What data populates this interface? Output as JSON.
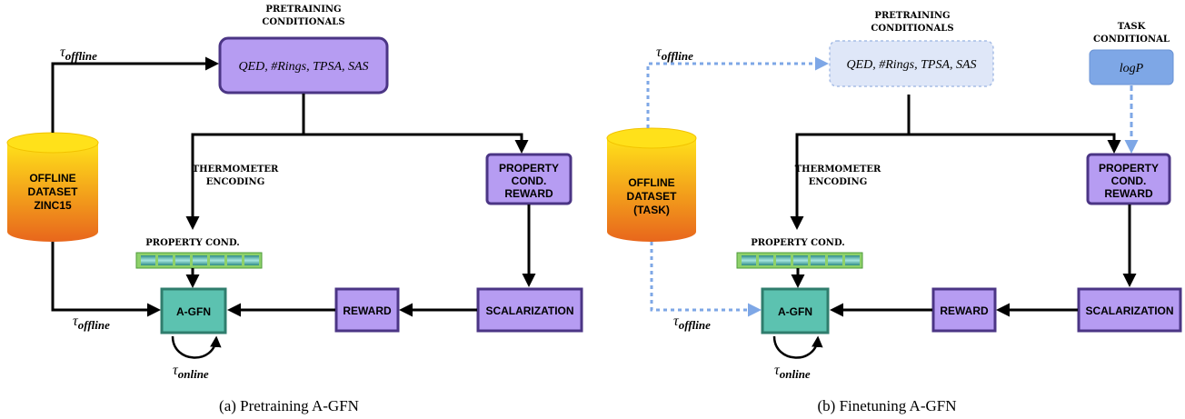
{
  "panel_a": {
    "pretraining_label_1": "PRETRAINING",
    "pretraining_label_2": "CONDITIONALS",
    "conditionals_text": "QED, #Rings, TPSA, SAS",
    "tau_offline_top": "offline",
    "tau_offline_bottom": "offline",
    "tau_online": "online",
    "dataset_line1": "OFFLINE",
    "dataset_line2": "DATASET",
    "dataset_line3": "ZINC15",
    "thermometer_1": "THERMOMETER",
    "thermometer_2": "ENCODING",
    "property_cond_label": "PROPERTY COND.",
    "property_reward_1": "PROPERTY",
    "property_reward_2": "COND.",
    "property_reward_3": "REWARD",
    "agfn": "A-GFN",
    "reward": "REWARD",
    "scalarization": "SCALARIZATION",
    "caption": "(a) Pretraining A-GFN"
  },
  "panel_b": {
    "pretraining_label_1": "PRETRAINING",
    "pretraining_label_2": "CONDITIONALS",
    "conditionals_text": "QED, #Rings, TPSA, SAS",
    "task_label_1": "TASK",
    "task_label_2": "CONDITIONAL",
    "task_text": "logP",
    "tau_offline_top": "offline",
    "tau_offline_bottom": "offline",
    "tau_online": "online",
    "dataset_line1": "OFFLINE",
    "dataset_line2": "DATASET",
    "dataset_line3": "(TASK)",
    "thermometer_1": "THERMOMETER",
    "thermometer_2": "ENCODING",
    "property_cond_label": "PROPERTY COND.",
    "property_reward_1": "PROPERTY",
    "property_reward_2": "COND.",
    "property_reward_3": "REWARD",
    "agfn": "A-GFN",
    "reward": "REWARD",
    "scalarization": "SCALARIZATION",
    "caption": "(b) Finetuning A-GFN"
  },
  "tau_symbol": "τ",
  "colors": {
    "purple_fill": "#b69cf2",
    "purple_stroke": "#4b3585",
    "teal_fill": "#5cc2b0",
    "teal_stroke": "#2f7d6d",
    "cyl_top": "#ffe11a",
    "cyl_bottom": "#e8661c",
    "task_blue": "#7ea7e6",
    "faded_box": "#dfe7f8",
    "dotted_blue": "#7ea7e6"
  }
}
